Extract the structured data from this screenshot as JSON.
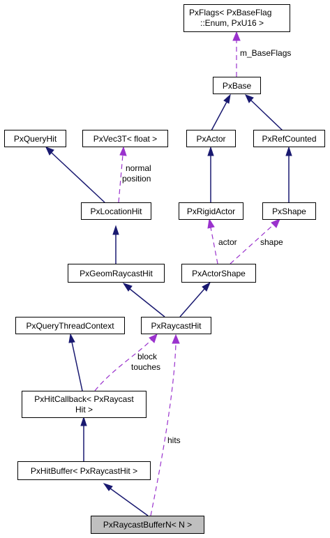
{
  "diagram": {
    "type": "class-collaboration-graph",
    "colors": {
      "inheritance": "#191970",
      "usage": "#9a32cd",
      "current_node_fill": "#bfbfbf"
    },
    "nodes": {
      "pxflags": {
        "lines": [
          "PxFlags< PxBaseFlag",
          "::Enum, PxU16 >"
        ]
      },
      "pxbase": {
        "lines": [
          "PxBase"
        ]
      },
      "pxqueryhit": {
        "lines": [
          "PxQueryHit"
        ]
      },
      "pxvec3t": {
        "lines": [
          "PxVec3T< float >"
        ]
      },
      "pxactor": {
        "lines": [
          "PxActor"
        ]
      },
      "pxrefcounted": {
        "lines": [
          "PxRefCounted"
        ]
      },
      "pxlocationhit": {
        "lines": [
          "PxLocationHit"
        ]
      },
      "pxrigidactor": {
        "lines": [
          "PxRigidActor"
        ]
      },
      "pxshape": {
        "lines": [
          "PxShape"
        ]
      },
      "pxgeomraycasthit": {
        "lines": [
          "PxGeomRaycastHit"
        ]
      },
      "pxactorshape": {
        "lines": [
          "PxActorShape"
        ]
      },
      "pxquerythreadcontext": {
        "lines": [
          "PxQueryThreadContext"
        ]
      },
      "pxraycasthit": {
        "lines": [
          "PxRaycastHit"
        ]
      },
      "pxhitcallback": {
        "lines": [
          "PxHitCallback< PxRaycast",
          "Hit >"
        ]
      },
      "pxhitbuffer": {
        "lines": [
          "PxHitBuffer< PxRaycastHit >"
        ]
      },
      "pxraycastbuffern": {
        "lines": [
          "PxRaycastBufferN< N >"
        ]
      }
    },
    "edge_labels": {
      "mbaseflags": "m_BaseFlags",
      "normal": "normal",
      "position": "position",
      "actor": "actor",
      "shape": "shape",
      "block": "block",
      "touches": "touches",
      "hits": "hits"
    }
  }
}
